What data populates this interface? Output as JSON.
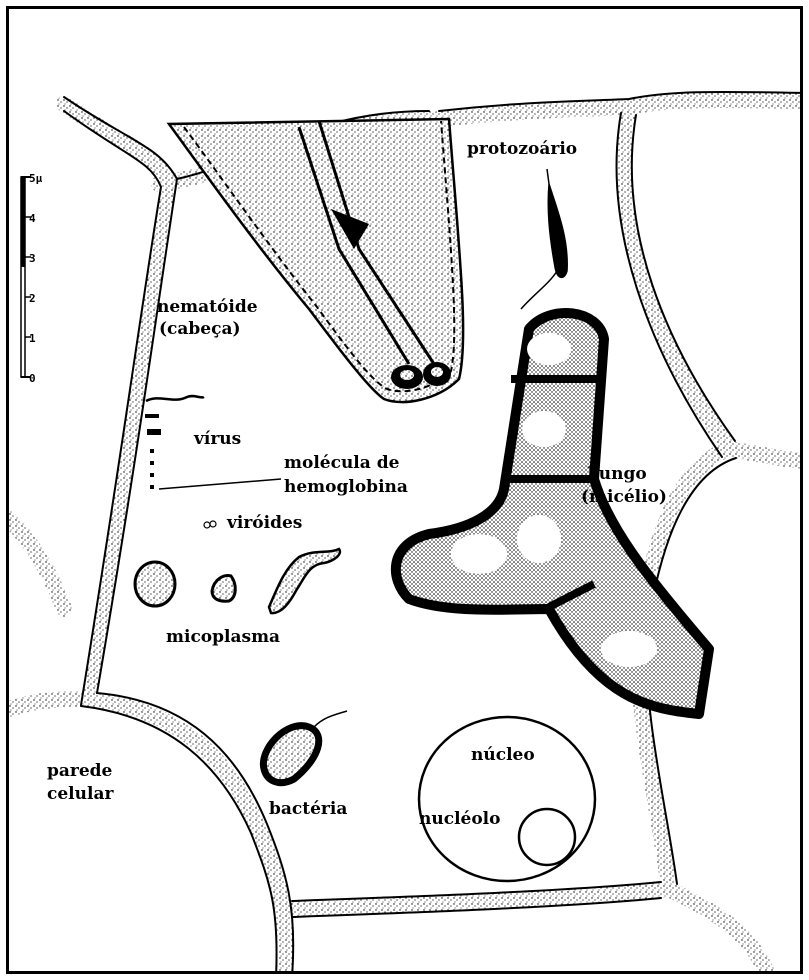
{
  "labels": {
    "protozoa": "protozoário",
    "nematode_1": "nematóide",
    "nematode_2": "(cabeça)",
    "virus": "vírus",
    "hemoglobin_1": "molécula de",
    "hemoglobin_2": "hemoglobina",
    "viroids": "viróides",
    "mycoplasma": "micoplasma",
    "fungus_1": "Fungo",
    "fungus_2": "(micélio)",
    "nucleus": "núcleo",
    "nucleolus": "nucléolo",
    "bacteria": "bactéria",
    "cell_wall_1": "parede",
    "cell_wall_2": "celular"
  },
  "scale": {
    "unit": "5μ",
    "ticks": [
      "4",
      "3",
      "2",
      "1",
      "0"
    ]
  },
  "colors": {
    "ink": "#000000",
    "background": "#ffffff"
  }
}
